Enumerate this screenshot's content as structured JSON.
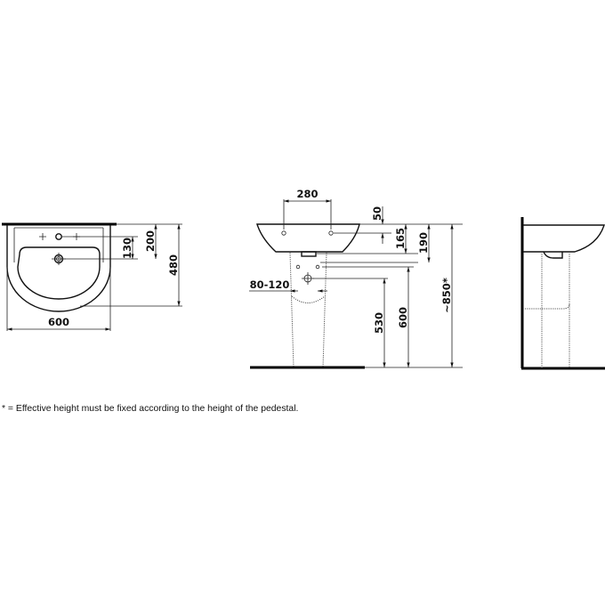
{
  "front_view": {
    "width_label": "600",
    "depth_label": "480",
    "tap_to_waste_label": "130",
    "tap_to_edge_label": "200"
  },
  "side_view": {
    "bracket_spacing_label": "280",
    "bracket_offset_label": "50",
    "bracket_height_label": "165",
    "basin_depth_label": "190",
    "waste_spacing_label": "80-120",
    "waste_height_label": "530",
    "supply_height_label": "600",
    "total_height_label": "~850*"
  },
  "profile_view": {},
  "footnote": "* = Effective height must be fixed according to the height of the pedestal.",
  "colors": {
    "line": "#111111",
    "dimension": "#222222",
    "hidden": "#555555",
    "background": "#ffffff"
  }
}
